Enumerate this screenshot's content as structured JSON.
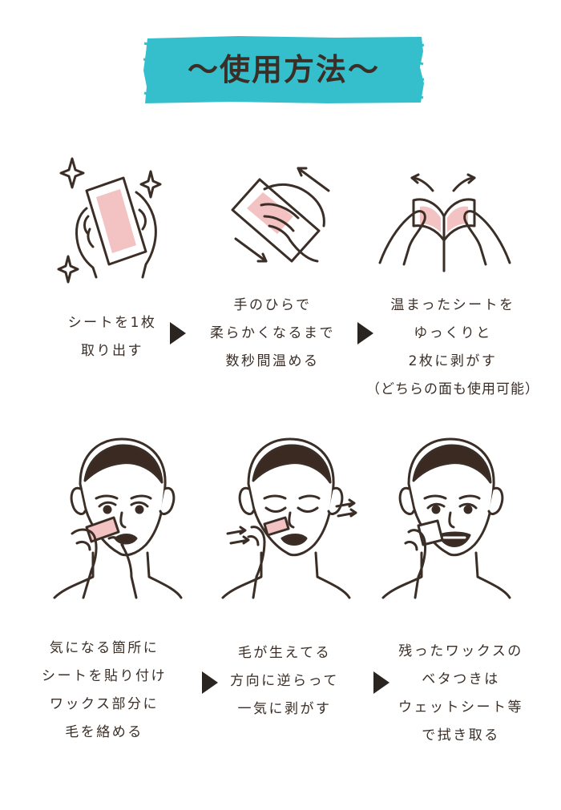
{
  "title": "〜使用方法〜",
  "colors": {
    "banner": "#35bfcc",
    "ink": "#3a2e27",
    "sheet_pink": "#f3c3c3",
    "hair": "#3b2a22",
    "lips": "#3b2a22"
  },
  "steps": [
    {
      "lines": [
        "シートを1枚",
        "取り出す"
      ]
    },
    {
      "lines": [
        "手のひらで",
        "柔らかくなるまで",
        "数秒間温める"
      ]
    },
    {
      "lines": [
        "温まったシートを",
        "ゆっくりと",
        "2枚に剥がす",
        "（どちらの面も使用可能）"
      ]
    },
    {
      "lines": [
        "気になる箇所に",
        "シートを貼り付け",
        "ワックス部分に",
        "毛を絡める"
      ]
    },
    {
      "lines": [
        "毛が生えてる",
        "方向に逆らって",
        "一気に剥がす"
      ]
    },
    {
      "lines": [
        "残ったワックスの",
        "ベタつきは",
        "ウェットシート等",
        "で拭き取る"
      ]
    }
  ]
}
